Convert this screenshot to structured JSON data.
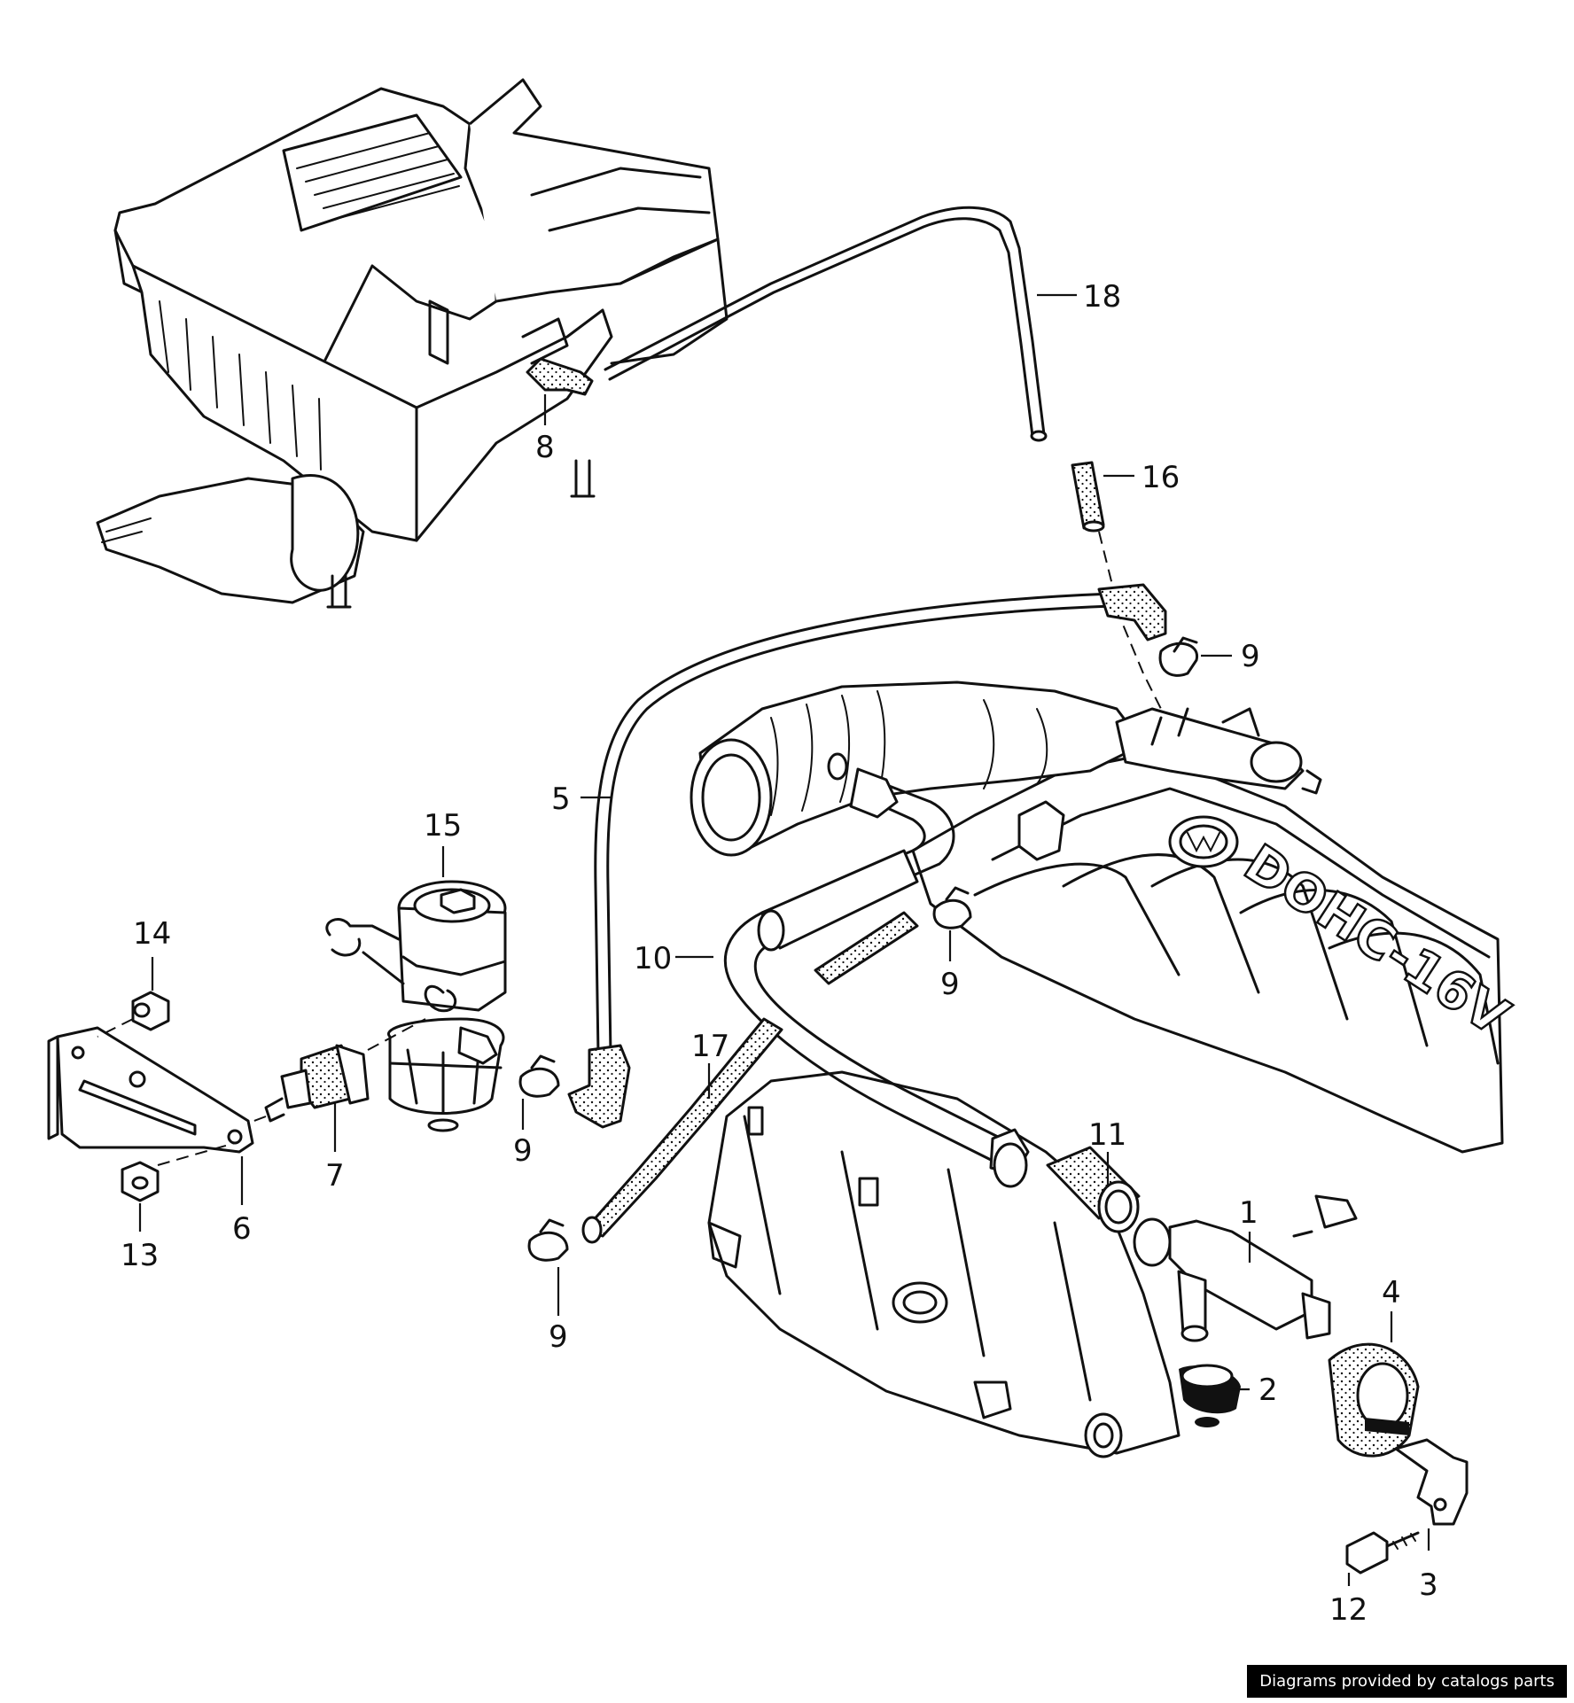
{
  "diagram": {
    "callouts": [
      {
        "id": "1",
        "label": "1"
      },
      {
        "id": "2",
        "label": "2"
      },
      {
        "id": "3",
        "label": "3"
      },
      {
        "id": "4",
        "label": "4"
      },
      {
        "id": "5",
        "label": "5"
      },
      {
        "id": "6",
        "label": "6"
      },
      {
        "id": "7",
        "label": "7"
      },
      {
        "id": "8",
        "label": "8"
      },
      {
        "id": "9a",
        "label": "9"
      },
      {
        "id": "9b",
        "label": "9"
      },
      {
        "id": "9c",
        "label": "9"
      },
      {
        "id": "9d",
        "label": "9"
      },
      {
        "id": "10",
        "label": "10"
      },
      {
        "id": "11",
        "label": "11"
      },
      {
        "id": "12",
        "label": "12"
      },
      {
        "id": "13",
        "label": "13"
      },
      {
        "id": "14",
        "label": "14"
      },
      {
        "id": "15",
        "label": "15"
      },
      {
        "id": "16",
        "label": "16"
      },
      {
        "id": "17",
        "label": "17"
      },
      {
        "id": "18",
        "label": "18"
      }
    ],
    "engine_cover_text": "DOHC-16V"
  },
  "credit": "Diagrams provided by catalogs parts"
}
